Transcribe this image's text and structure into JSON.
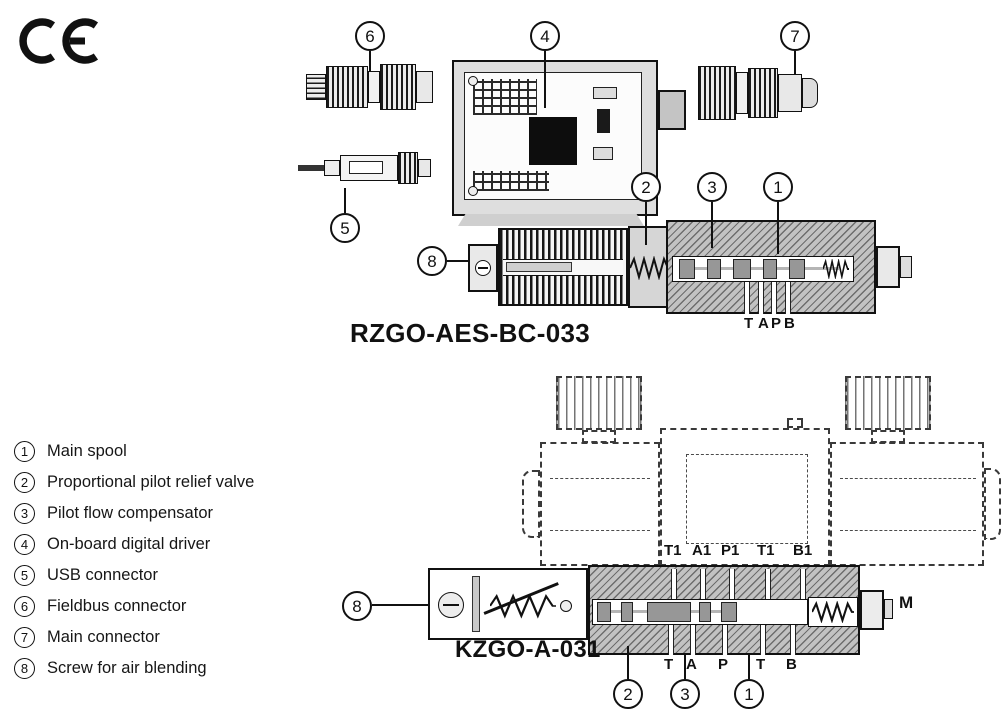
{
  "ce_mark": {
    "label": "CE"
  },
  "legend": {
    "items": [
      {
        "num": "1",
        "label": "Main spool"
      },
      {
        "num": "2",
        "label": "Proportional pilot relief valve"
      },
      {
        "num": "3",
        "label": "Pilot flow compensator"
      },
      {
        "num": "4",
        "label": "On-board digital driver"
      },
      {
        "num": "5",
        "label": "USB connector"
      },
      {
        "num": "6",
        "label": "Fieldbus connector"
      },
      {
        "num": "7",
        "label": "Main connector"
      },
      {
        "num": "8",
        "label": "Screw for air blending"
      }
    ]
  },
  "top_diagram": {
    "model": "RZGO-AES-BC-033",
    "callouts": {
      "c1": "1",
      "c2": "2",
      "c3": "3",
      "c4": "4",
      "c5": "5",
      "c6": "6",
      "c7": "7",
      "c8": "8"
    },
    "ports": {
      "p1": "T",
      "p2": "A",
      "p3": "P",
      "p4": "B"
    }
  },
  "bottom_diagram": {
    "model": "KZGO-A-031",
    "callouts": {
      "c1": "1",
      "c2": "2",
      "c3": "3",
      "c8": "8"
    },
    "top_ports": {
      "p1": "T1",
      "p2": "A1",
      "p3": "P1",
      "p4": "T1",
      "p5": "B1"
    },
    "bottom_ports": {
      "p1": "T",
      "p2": "A",
      "p3": "P",
      "p4": "T",
      "p5": "B"
    },
    "gauge_port": "M"
  }
}
